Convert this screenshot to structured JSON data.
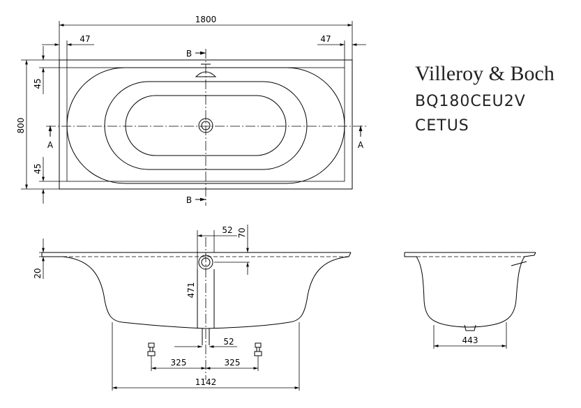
{
  "brand": "Villeroy & Boch",
  "model": "BQ180CEU2V",
  "series": "CETUS",
  "dims": {
    "length": "1800",
    "rim_left": "47",
    "rim_right": "47",
    "width": "800",
    "rim_top": "45",
    "rim_bottom": "45",
    "section_a_left": "A",
    "section_a_right": "A",
    "section_b_top": "B",
    "section_b_bottom": "B",
    "overflow_offset": "52",
    "overflow_height": "70",
    "rim_thickness": "20",
    "depth": "471",
    "drain_offset": "52",
    "foot_left": "325",
    "foot_right": "325",
    "base_length": "1142",
    "base_width": "443"
  }
}
